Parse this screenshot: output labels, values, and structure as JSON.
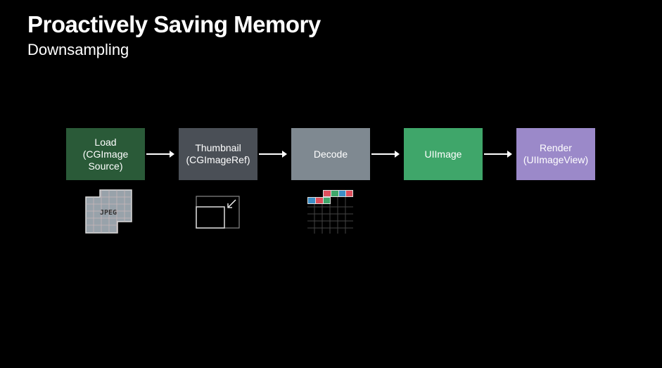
{
  "header": {
    "title": "Proactively Saving Memory",
    "subtitle": "Downsampling"
  },
  "pipeline": [
    {
      "label": "Load\n(CGImage\nSource)",
      "color": "#2a5a38"
    },
    {
      "label": "Thumbnail\n(CGImageRef)",
      "color": "#4a4f56"
    },
    {
      "label": "Decode",
      "color": "#7f8991"
    },
    {
      "label": "UIImage",
      "color": "#3fa66a"
    },
    {
      "label": "Render\n(UIImageView)",
      "color": "#9b89c9"
    }
  ],
  "icons": {
    "jpeg_label": "JPEG"
  }
}
